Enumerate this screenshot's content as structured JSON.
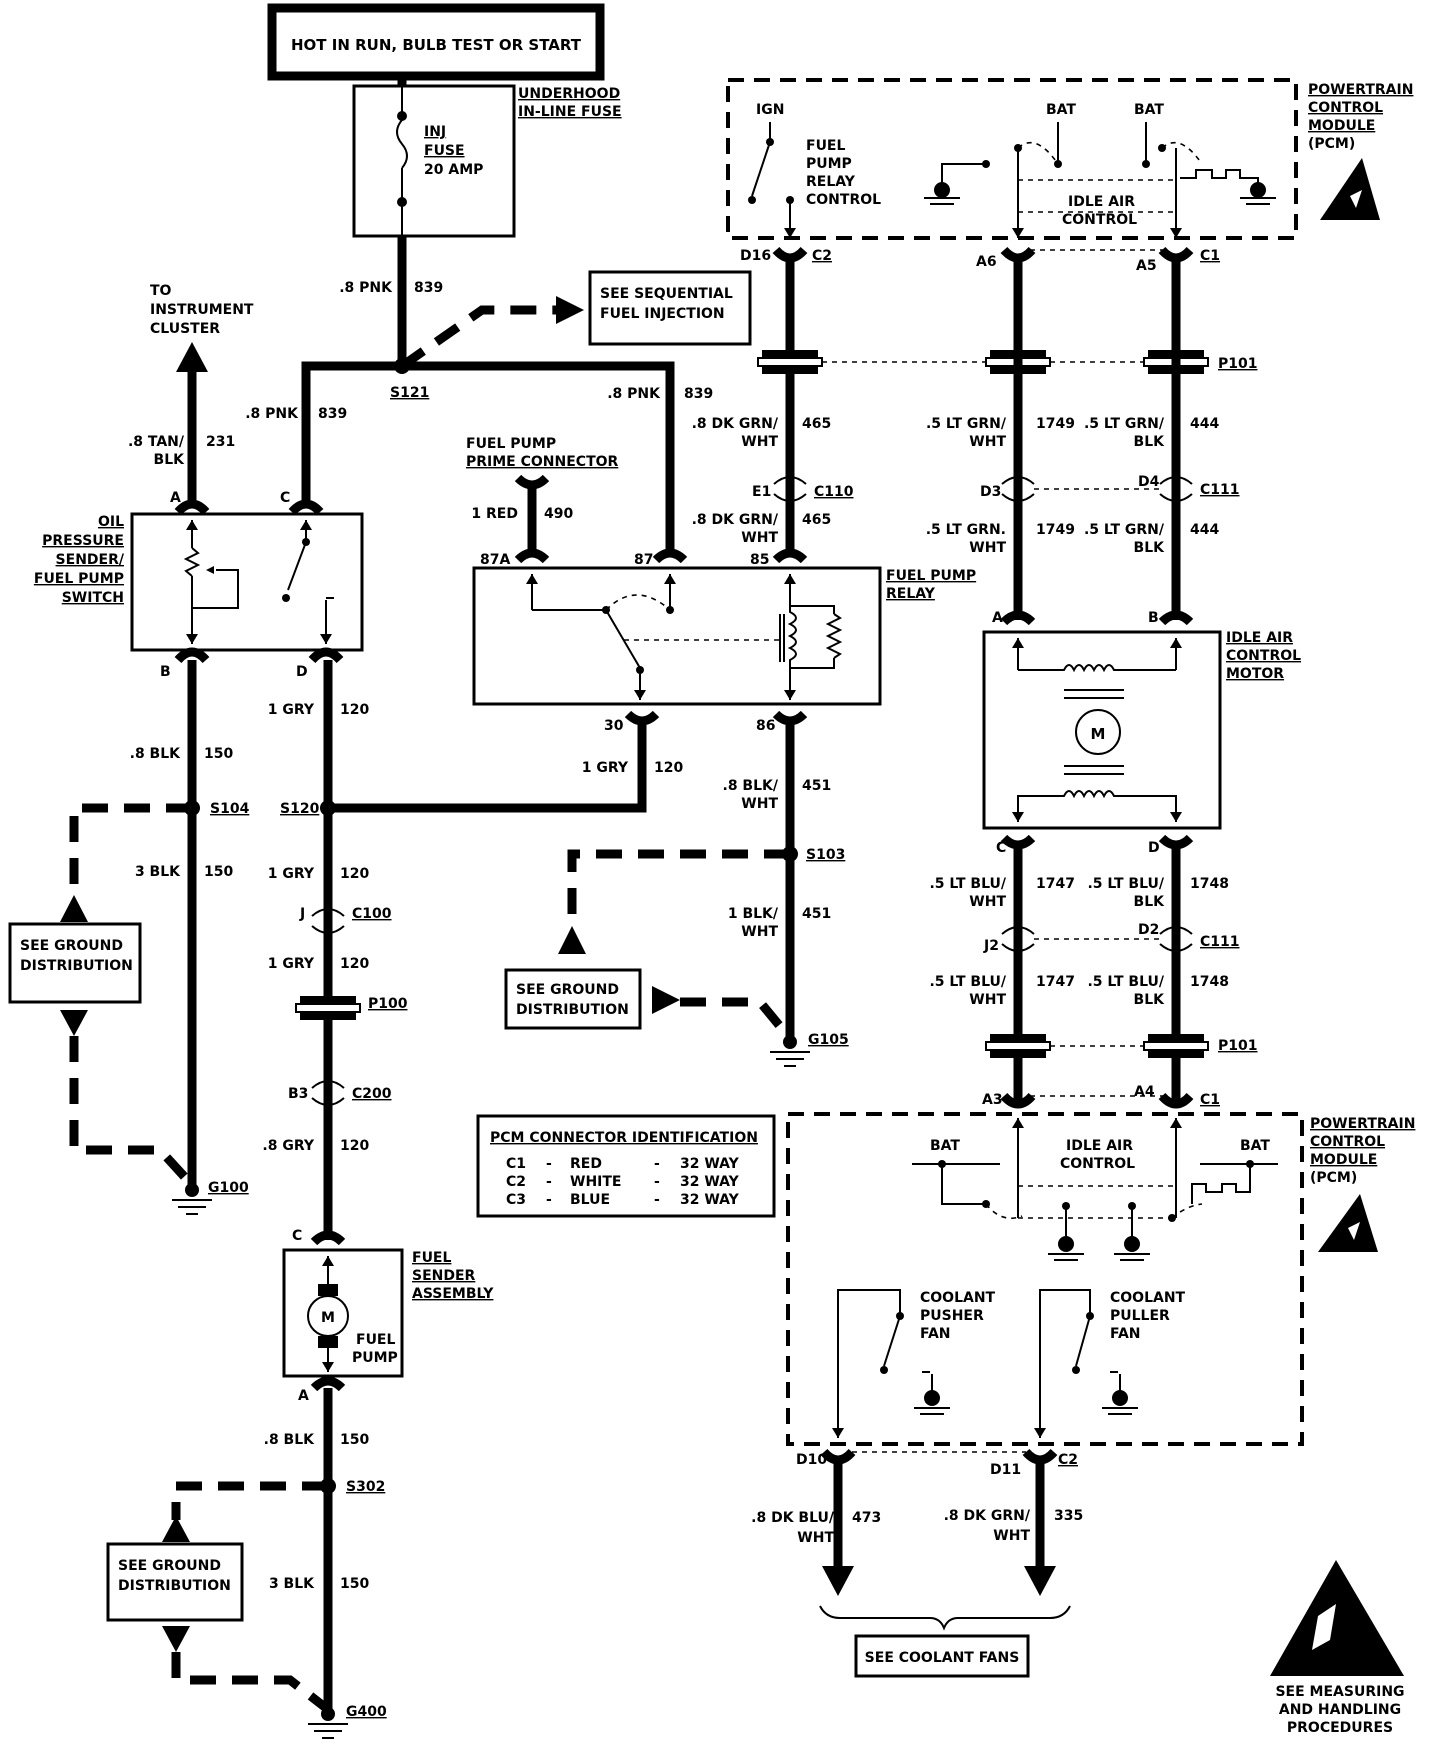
{
  "header": {
    "title": "HOT IN RUN, BULB TEST OR START"
  },
  "components": {
    "underhood_fuse": {
      "label1": "UNDERHOOD",
      "label2": "IN-LINE FUSE",
      "fuse1": "INJ",
      "fuse2": "FUSE",
      "fuse3": "20 AMP"
    },
    "seq_fuel": {
      "line1": "SEE SEQUENTIAL",
      "line2": "FUEL INJECTION"
    },
    "instrument": {
      "line1": "TO",
      "line2": "INSTRUMENT",
      "line3": "CLUSTER"
    },
    "oil_switch": {
      "line1": "OIL",
      "line2": "PRESSURE",
      "line3": "SENDER/",
      "line4": "FUEL PUMP",
      "line5": "SWITCH"
    },
    "prime": {
      "line1": "FUEL PUMP",
      "line2": "PRIME CONNECTOR"
    },
    "relay": {
      "line1": "FUEL PUMP",
      "line2": "RELAY"
    },
    "pcm_top": {
      "line1": "POWERTRAIN",
      "line2": "CONTROL",
      "line3": "MODULE",
      "line4": "(PCM)",
      "ign": "IGN",
      "bat1": "BAT",
      "bat2": "BAT",
      "fp1": "FUEL",
      "fp2": "PUMP",
      "fp3": "RELAY",
      "fp4": "CONTROL",
      "iac1": "IDLE AIR",
      "iac2": "CONTROL"
    },
    "iac_motor": {
      "line1": "IDLE AIR",
      "line2": "CONTROL",
      "line3": "MOTOR",
      "m": "M"
    },
    "ground1": {
      "line1": "SEE GROUND",
      "line2": "DISTRIBUTION"
    },
    "ground2": {
      "line1": "SEE GROUND",
      "line2": "DISTRIBUTION"
    },
    "ground3": {
      "line1": "SEE GROUND",
      "line2": "DISTRIBUTION"
    },
    "fuel_sender": {
      "line1": "FUEL",
      "line2": "SENDER",
      "line3": "ASSEMBLY",
      "m": "M",
      "pump1": "FUEL",
      "pump2": "PUMP"
    },
    "pcm_table": {
      "title": "PCM CONNECTOR IDENTIFICATION",
      "rows": [
        {
          "c": "C1",
          "d": "-",
          "color": "RED",
          "d2": "-",
          "way": "32 WAY"
        },
        {
          "c": "C2",
          "d": "-",
          "color": "WHITE",
          "d2": "-",
          "way": "32 WAY"
        },
        {
          "c": "C3",
          "d": "-",
          "color": "BLUE",
          "d2": "-",
          "way": "32 WAY"
        }
      ]
    },
    "pcm_bottom": {
      "line1": "POWERTRAIN",
      "line2": "CONTROL",
      "line3": "MODULE",
      "line4": "(PCM)",
      "bat1": "BAT",
      "bat2": "BAT",
      "iac1": "IDLE AIR",
      "iac2": "CONTROL",
      "push1": "COOLANT",
      "push2": "PUSHER",
      "push3": "FAN",
      "pull1": "COOLANT",
      "pull2": "PULLER",
      "pull3": "FAN"
    },
    "coolant": {
      "label": "SEE COOLANT FANS"
    },
    "esd": {
      "line1": "SEE MEASURING",
      "line2": "AND HANDLING",
      "line3": "PROCEDURES"
    }
  },
  "wires": {
    "w839a": {
      "gauge": ".8 PNK",
      "circuit": "839"
    },
    "w839b": {
      "gauge": ".8 PNK",
      "circuit": "839"
    },
    "w839c": {
      "gauge": ".8 PNK",
      "circuit": "839"
    },
    "w231": {
      "gauge1": ".8 TAN/",
      "gauge2": "BLK",
      "circuit": "231"
    },
    "w150a": {
      "gauge": ".8 BLK",
      "circuit": "150"
    },
    "w150b": {
      "gauge": "3 BLK",
      "circuit": "150"
    },
    "w120a": {
      "gauge": "1 GRY",
      "circuit": "120"
    },
    "w120b": {
      "gauge": "1 GRY",
      "circuit": "120"
    },
    "w120c": {
      "gauge": "1 GRY",
      "circuit": "120"
    },
    "w120d": {
      "gauge": "1 GRY",
      "circuit": "120"
    },
    "w120e": {
      "gauge": ".8 GRY",
      "circuit": "120"
    },
    "w490": {
      "gauge": "1 RED",
      "circuit": "490"
    },
    "w465a": {
      "gauge1": ".8 DK GRN/",
      "gauge2": "WHT",
      "circuit": "465"
    },
    "w465b": {
      "gauge1": ".8 DK GRN/",
      "gauge2": "WHT",
      "circuit": "465"
    },
    "w451a": {
      "gauge1": ".8 BLK/",
      "gauge2": "WHT",
      "circuit": "451"
    },
    "w451b": {
      "gauge1": "1 BLK/",
      "gauge2": "WHT",
      "circuit": "451"
    },
    "w1749a": {
      "gauge1": ".5 LT GRN/",
      "gauge2": "WHT",
      "circuit": "1749"
    },
    "w1749b": {
      "gauge1": ".5 LT GRN.",
      "gauge2": "WHT",
      "circuit": "1749"
    },
    "w444a": {
      "gauge1": ".5 LT GRN/",
      "gauge2": "BLK",
      "circuit": "444"
    },
    "w444b": {
      "gauge1": ".5 LT GRN/",
      "gauge2": "BLK",
      "circuit": "444"
    },
    "w1747a": {
      "gauge1": ".5 LT BLU/",
      "gauge2": "WHT",
      "circuit": "1747"
    },
    "w1747b": {
      "gauge1": ".5 LT BLU/",
      "gauge2": "WHT",
      "circuit": "1747"
    },
    "w1748a": {
      "gauge1": ".5 LT BLU/",
      "gauge2": "BLK",
      "circuit": "1748"
    },
    "w1748b": {
      "gauge1": ".5 LT BLU/",
      "gauge2": "BLK",
      "circuit": "1748"
    },
    "w150c": {
      "gauge": ".8 BLK",
      "circuit": "150"
    },
    "w150d": {
      "gauge": "3 BLK",
      "circuit": "150"
    },
    "w473": {
      "gauge1": ".8 DK BLU/",
      "gauge2": "WHT",
      "circuit": "473"
    },
    "w335": {
      "gauge1": ".8 DK GRN/",
      "gauge2": "WHT",
      "circuit": "335"
    }
  },
  "splices": {
    "s121": "S121",
    "s104": "S104",
    "s120": "S120",
    "s103": "S103",
    "s302": "S302"
  },
  "grounds": {
    "g100": "G100",
    "g105": "G105",
    "g400": "G400"
  },
  "connectors": {
    "c100": "C100",
    "c110": "C110",
    "c111a": "C111",
    "c111b": "C111",
    "c200": "C200",
    "p100": "P100",
    "p101a": "P101",
    "p101b": "P101",
    "c2top": "C2",
    "c1top": "C1",
    "c1bot": "C1",
    "c2bot": "C2"
  },
  "pins": {
    "a_oil": "A",
    "c_oil": "C",
    "b_oil": "B",
    "d_oil": "D",
    "p87a": "87A",
    "p87": "87",
    "p85": "85",
    "p30": "30",
    "p86": "86",
    "d16": "D16",
    "a6": "A6",
    "a5": "A5",
    "e1": "E1",
    "d3": "D3",
    "d4": "D4",
    "a_iac": "A",
    "b_iac": "B",
    "c_iac": "C",
    "d_iac": "D",
    "j_c100": "J",
    "j2": "J2",
    "d2": "D2",
    "b3": "B3",
    "a3": "A3",
    "a4": "A4",
    "c_fs": "C",
    "a_fs": "A",
    "d10": "D10",
    "d11": "D11"
  }
}
